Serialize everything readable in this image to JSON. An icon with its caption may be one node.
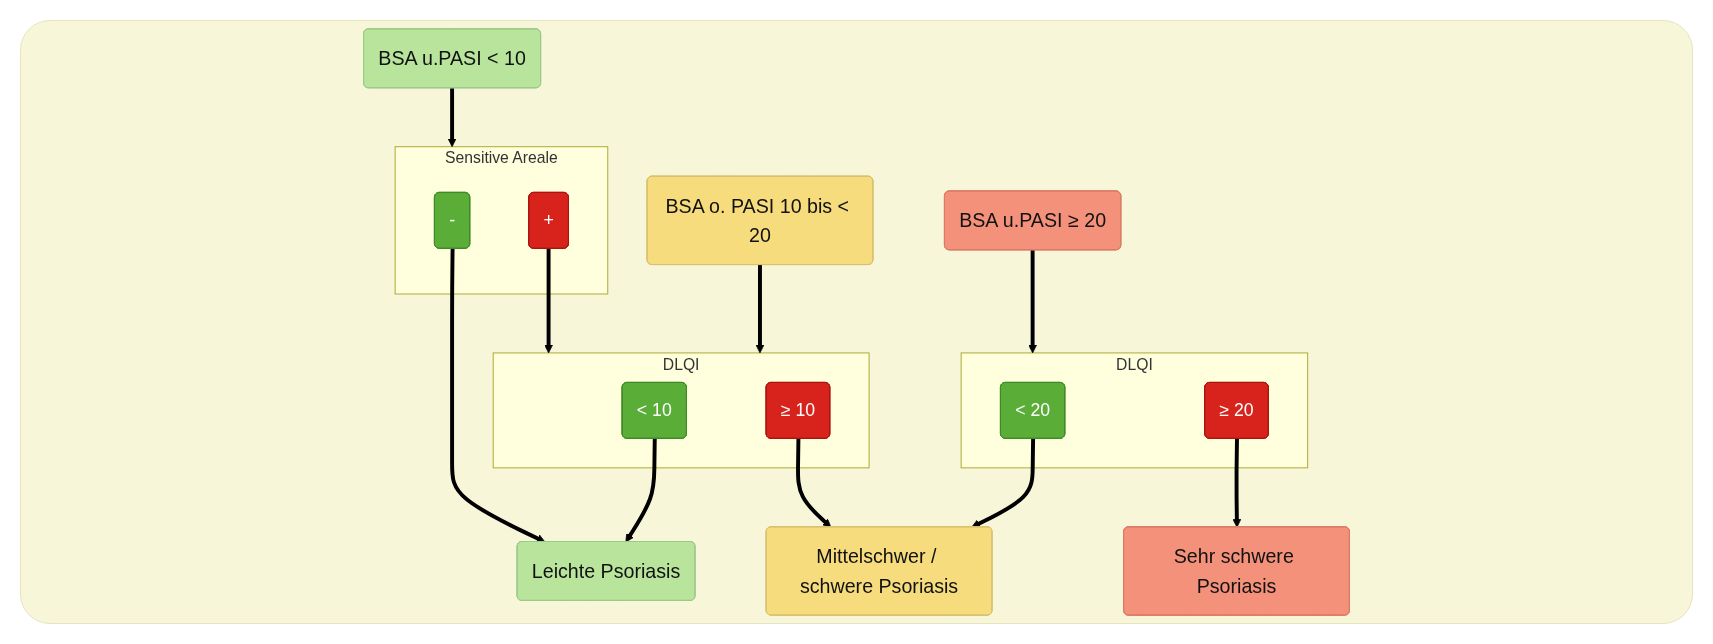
{
  "diagram": {
    "nodes": [
      {
        "text": [
          "BSA u.PASI < 10"
        ]
      },
      {
        "text": [
          "BSA o. PASI 10 bis < 20"
        ]
      },
      {
        "text": [
          "BSA u.PASI ≥ 20"
        ]
      },
      {
        "text": [
          "Sensitive Areale"
        ]
      },
      {
        "text": [
          "-"
        ],
        "in": 3
      },
      {
        "text": [
          "+"
        ],
        "in": 3
      },
      {
        "text": [
          "DLQI"
        ]
      },
      {
        "text": [
          "< 10"
        ],
        "in": 6
      },
      {
        "text": [
          "≥ 10"
        ],
        "in": 6
      },
      {
        "text": [
          "DLQI"
        ]
      },
      {
        "text": [
          "< 20"
        ],
        "in": 9
      },
      {
        "text": [
          "≥ 20"
        ],
        "in": 9
      },
      {
        "text": [
          "Leichte Psoriasis"
        ]
      },
      {
        "text": [
          "Mittelschwer / schwere Psoriasis"
        ]
      },
      {
        "text": [
          "Sehr schwere Psoriasis"
        ]
      }
    ],
    "edges": [
      {
        "from": 0,
        "to": 3,
        "arrow": "to"
      },
      {
        "from": 1,
        "to": 6,
        "arrow": "to"
      },
      {
        "from": 2,
        "to": 9,
        "arrow": "to"
      },
      {
        "from": 5,
        "to": 6,
        "arrow": "to"
      },
      {
        "from": 4,
        "to": 12,
        "arrow": "to"
      },
      {
        "from": 7,
        "to": 12,
        "arrow": "to"
      },
      {
        "from": 8,
        "to": 13,
        "arrow": "to"
      },
      {
        "from": 10,
        "to": 13,
        "arrow": "to"
      },
      {
        "from": 11,
        "to": 14,
        "arrow": "to"
      }
    ]
  }
}
